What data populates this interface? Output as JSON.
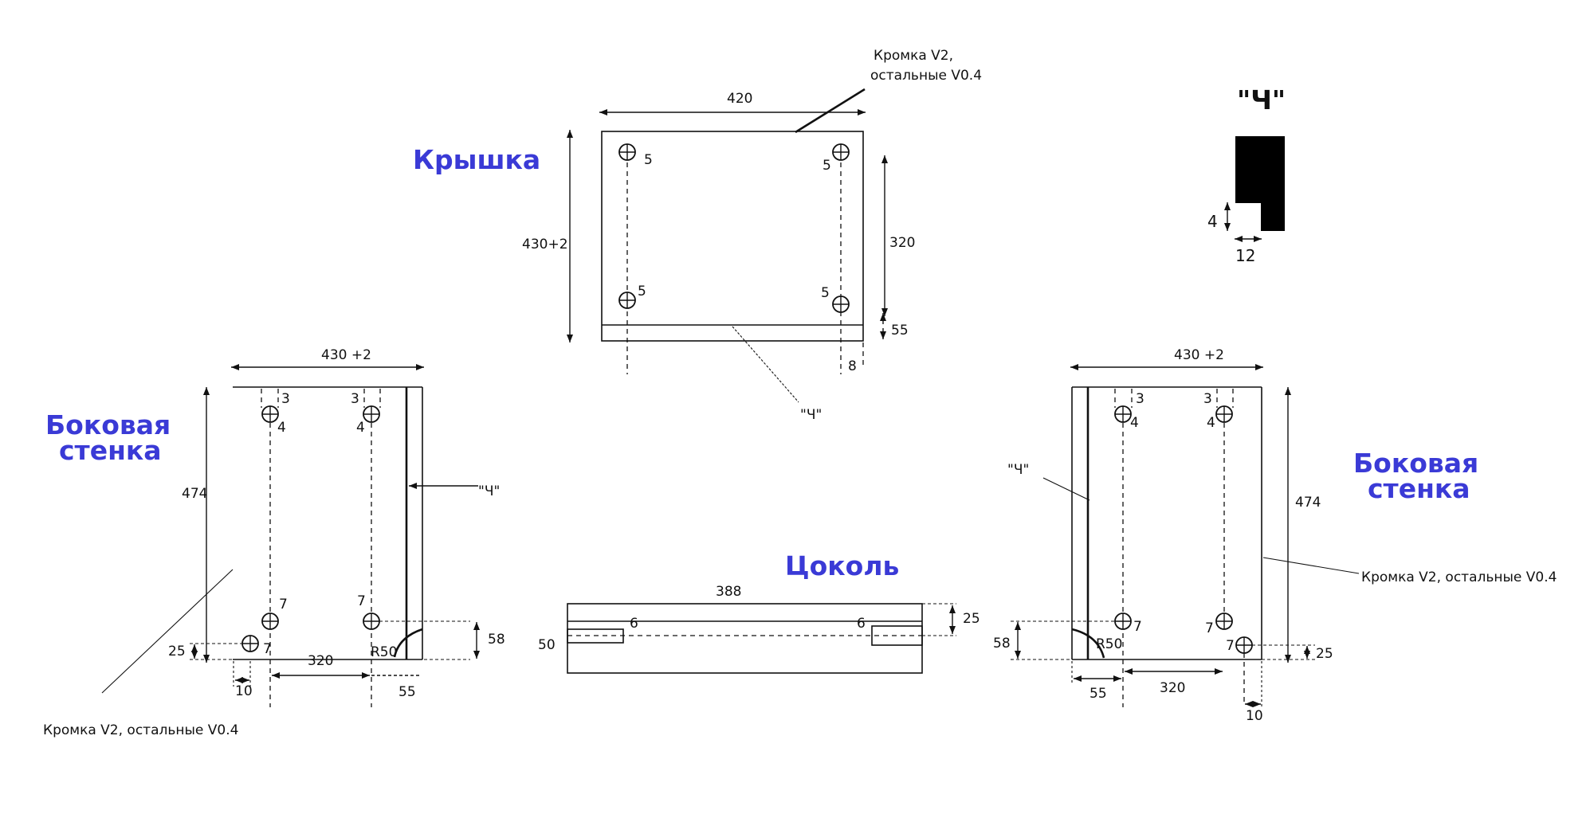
{
  "titles": {
    "top": "Крышка",
    "side_left_1": "Боковая",
    "side_left_2": "стенка",
    "side_right_1": "Боковая",
    "side_right_2": "стенка",
    "base": "Цоколь",
    "profile": "\"Ч\""
  },
  "notes": {
    "edge_top_1": "Кромка V2,",
    "edge_top_2": "остальные V0.4",
    "edge_left": "Кромка V2, остальные V0.4",
    "edge_right": "Кромка V2, остальные V0.4",
    "groove_mark": "\"Ч\""
  },
  "top_panel": {
    "width": "420",
    "depth": "430+2",
    "hole_spacing": "320",
    "groove_offset": "55",
    "edge_offset": "8",
    "hole_label": "5"
  },
  "left_panel": {
    "width": "430 +2",
    "height": "474",
    "hole_top_a": "3",
    "hole_top_b": "4",
    "hole_bottom": "7",
    "hole_spacing": "320",
    "bottom_offset": "25",
    "side_offset": "10",
    "groove_offset": "55",
    "radius": "R50",
    "radius_height": "58"
  },
  "right_panel": {
    "width": "430 +2",
    "height": "474",
    "hole_top_a": "3",
    "hole_top_b": "4",
    "hole_bottom": "7",
    "hole_spacing": "320",
    "bottom_offset": "25",
    "side_offset": "10",
    "groove_offset": "55",
    "radius": "R50",
    "radius_height": "58"
  },
  "base_panel": {
    "length": "388",
    "height": "50",
    "hole_offset": "25",
    "hole_label": "6"
  },
  "profile": {
    "depth": "4",
    "width": "12"
  }
}
